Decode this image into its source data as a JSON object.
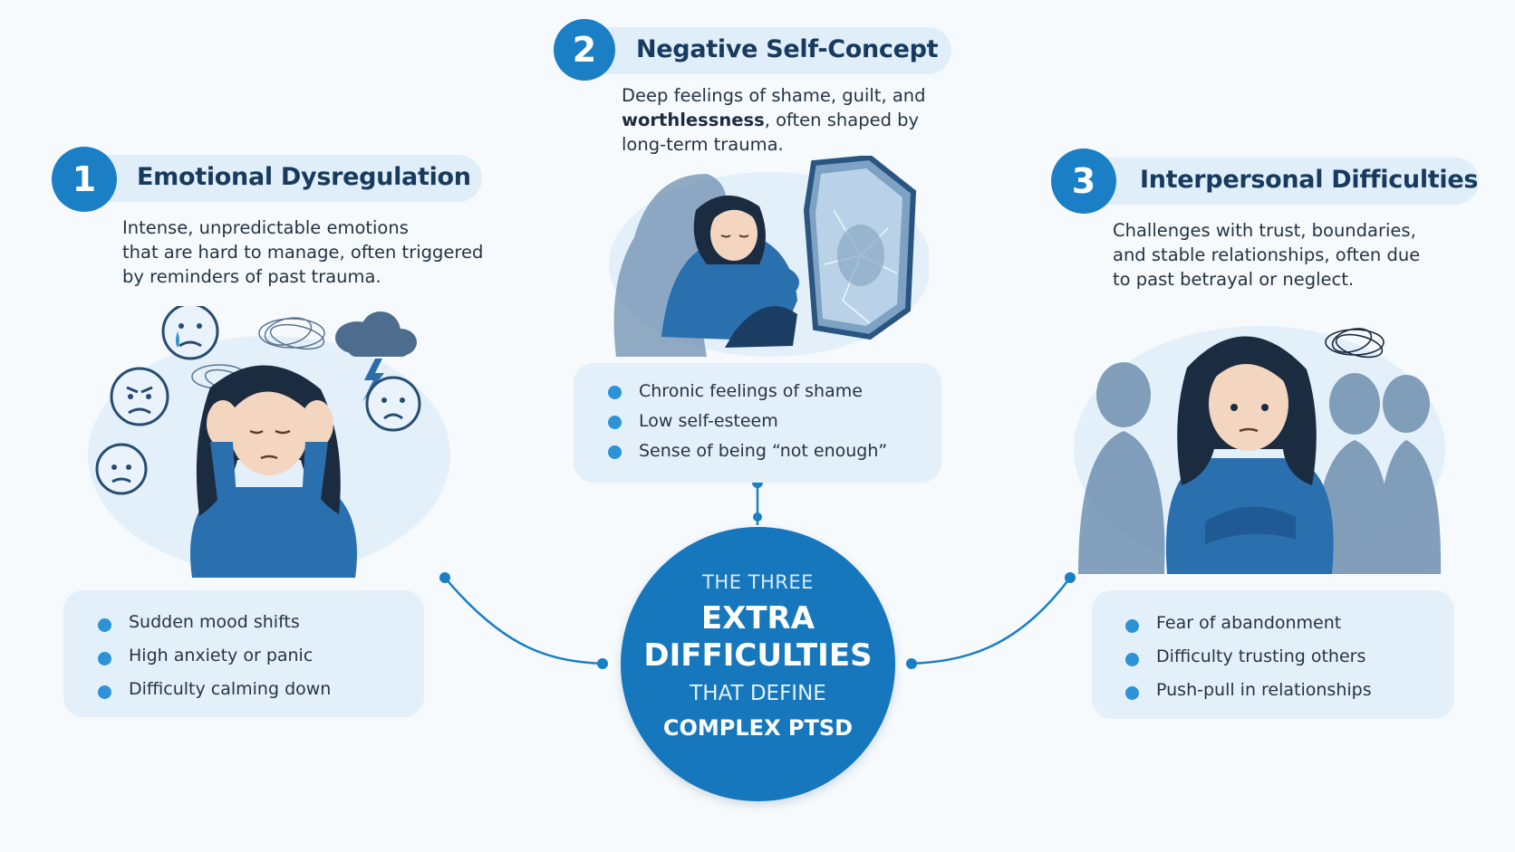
{
  "center": {
    "line1": "THE THREE",
    "line2": "EXTRA",
    "line3": "DIFFICULTIES",
    "line4": "THAT DEFINE",
    "line5": "COMPLEX PTSD"
  },
  "sections": [
    {
      "number": "1",
      "title": "Emotional Dysregulation",
      "description": [
        "Intense, unpredictable emotions",
        "that are hard to manage, often triggered",
        "by reminders of past trauma."
      ],
      "bullets": [
        "Sudden mood shifts",
        "High anxiety or panic",
        "Difficulty calming down"
      ]
    },
    {
      "number": "2",
      "title": "Negative Self-Concept",
      "description_parts": {
        "line1": "Deep feelings of shame, guilt, and",
        "bold": "worthlessness",
        "line2_rest": ", often shaped by",
        "line3": "long-term trauma."
      },
      "bullets": [
        "Chronic feelings of shame",
        "Low self-esteem",
        "Sense of being “not enough”"
      ]
    },
    {
      "number": "3",
      "title": "Interpersonal Difficulties",
      "description": [
        "Challenges with trust, boundaries,",
        "and stable relationships, often due",
        "to past betrayal or neglect."
      ],
      "bullets": [
        "Fear of abandonment",
        "Difficulty trusting others",
        "Push-pull in relationships"
      ]
    }
  ],
  "colors": {
    "accent": "#1a7fc4",
    "center": "#1677bd",
    "pill": "#dfeef9",
    "card": "#e3f0fa",
    "bullet": "#2d93d6"
  },
  "icons": {
    "section1_illustration": "stressed-woman-holding-head-icon",
    "section2_illustration": "woman-hugging-knees-broken-mirror-icon",
    "section3_illustration": "anxious-woman-among-silhouettes-icon"
  }
}
